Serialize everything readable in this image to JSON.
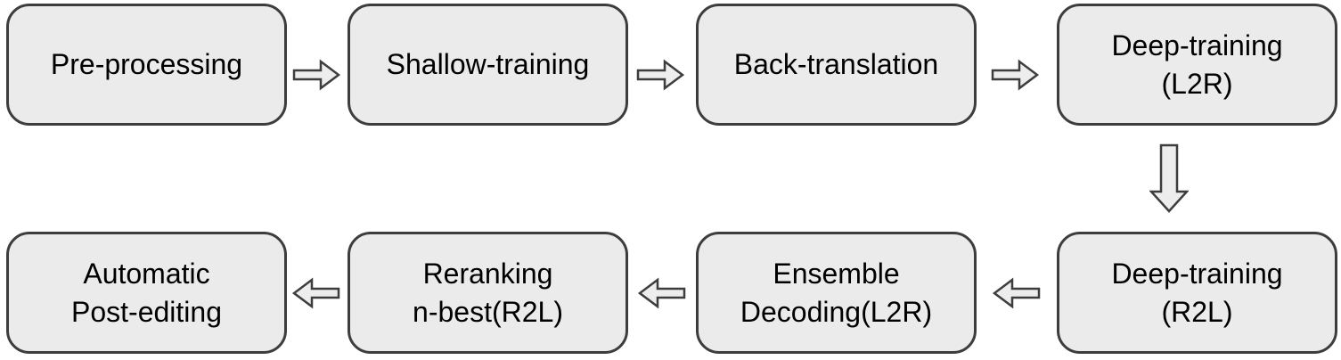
{
  "diagram": {
    "description": "Machine translation pipeline flowchart",
    "nodes": [
      {
        "id": "pre-processing",
        "label": "Pre-processing"
      },
      {
        "id": "shallow-training",
        "label": "Shallow-training"
      },
      {
        "id": "back-translation",
        "label": "Back-translation"
      },
      {
        "id": "deep-training-l2r",
        "label": "Deep-training\n(L2R)"
      },
      {
        "id": "deep-training-r2l",
        "label": "Deep-training\n(R2L)"
      },
      {
        "id": "ensemble-decoding-l2r",
        "label": "Ensemble\nDecoding(L2R)"
      },
      {
        "id": "reranking-n-best-r2l",
        "label": "Reranking\nn-best(R2L)"
      },
      {
        "id": "automatic-post-editing",
        "label": "Automatic\nPost-editing"
      }
    ],
    "edges": [
      {
        "from": "pre-processing",
        "to": "shallow-training",
        "direction": "right"
      },
      {
        "from": "shallow-training",
        "to": "back-translation",
        "direction": "right"
      },
      {
        "from": "back-translation",
        "to": "deep-training-l2r",
        "direction": "right"
      },
      {
        "from": "deep-training-l2r",
        "to": "deep-training-r2l",
        "direction": "down"
      },
      {
        "from": "deep-training-r2l",
        "to": "ensemble-decoding-l2r",
        "direction": "left"
      },
      {
        "from": "ensemble-decoding-l2r",
        "to": "reranking-n-best-r2l",
        "direction": "left"
      },
      {
        "from": "reranking-n-best-r2l",
        "to": "automatic-post-editing",
        "direction": "left"
      }
    ]
  },
  "colors": {
    "canvas_bg": "#ffffff",
    "box_fill": "#ebebeb",
    "box_border": "#3d3d3d",
    "arrow_fill": "#ededed",
    "arrow_stroke": "#3d3d3d",
    "text_color": "#000000"
  }
}
